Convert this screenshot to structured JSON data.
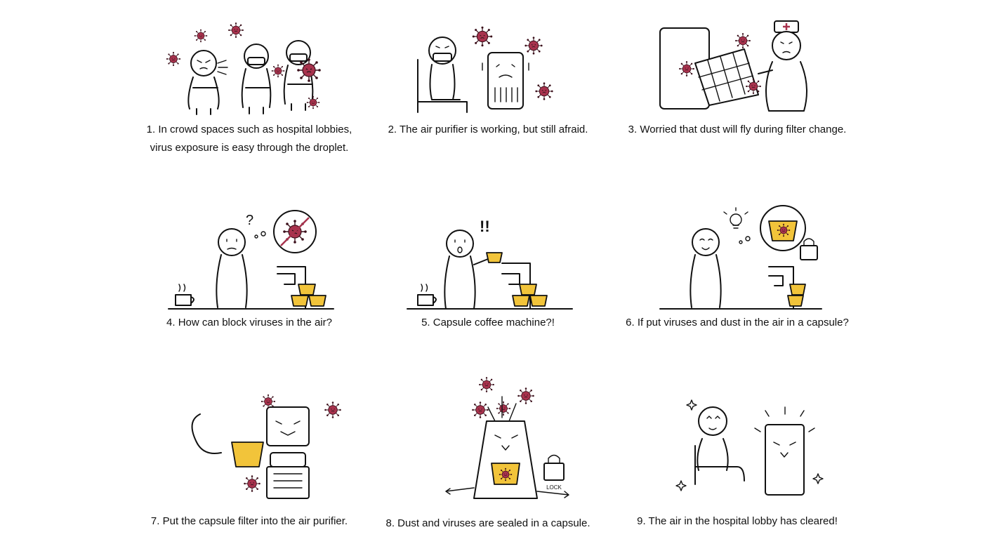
{
  "panels": [
    {
      "caption_line1": "1. In crowd spaces such as hospital lobbies,",
      "caption_line2": "virus exposure is easy through the droplet."
    },
    {
      "caption_line1": "2. The air purifier is working, but still afraid.",
      "caption_line2": ""
    },
    {
      "caption_line1": "3. Worried that dust will fly during filter change.",
      "caption_line2": ""
    },
    {
      "caption_line1": "4. How can block viruses in the air?",
      "caption_line2": ""
    },
    {
      "caption_line1": "5. Capsule coffee machine?!",
      "caption_line2": ""
    },
    {
      "caption_line1": "6. If put viruses and dust in the air in a capsule?",
      "caption_line2": ""
    },
    {
      "caption_line1": "7. Put the capsule filter into the air purifier.",
      "caption_line2": ""
    },
    {
      "caption_line1": "8. Dust and viruses are sealed in a capsule.",
      "caption_line2": ""
    },
    {
      "caption_line1": "9. The air in the hospital lobby has cleared!",
      "caption_line2": ""
    }
  ],
  "illustration_labels": {
    "question_mark": "?",
    "exclamation": "!!",
    "lock_label": "LOCK"
  },
  "colors": {
    "virus": "#a8324d",
    "capsule": "#f2c43a",
    "ink": "#111111"
  }
}
